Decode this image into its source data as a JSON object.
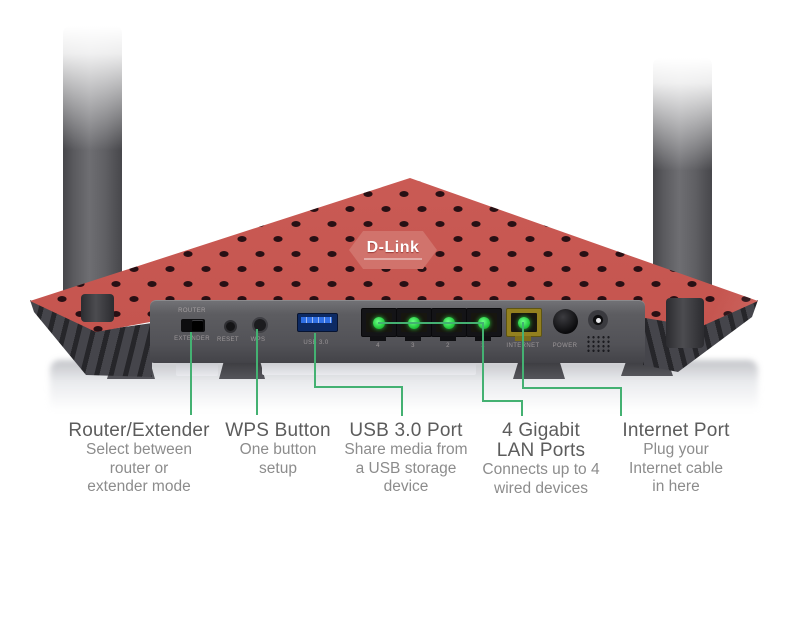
{
  "brand": {
    "logo": "D-Link"
  },
  "rear_panel": {
    "mode_switch": {
      "label_top": "ROUTER",
      "label_bottom": "EXTENDER"
    },
    "reset_label": "RESET",
    "wps_label": "WPS",
    "usb_label": "USB 3.0",
    "lan_port_numbers": [
      "4",
      "3",
      "2",
      "1"
    ],
    "internet_label": "INTERNET",
    "power_label": "POWER"
  },
  "callouts": [
    {
      "title": "Router/Extender",
      "line1": "Select between",
      "line2": "router or",
      "line3": "extender mode"
    },
    {
      "title": "WPS Button",
      "line1": "One button",
      "line2": "setup"
    },
    {
      "title": "USB 3.0 Port",
      "line1": "Share media from",
      "line2": "a USB storage",
      "line3": "device"
    },
    {
      "title": "4 Gigabit",
      "title2": "LAN Ports",
      "line1": "Connects up to 4",
      "line2": "wired devices"
    },
    {
      "title": "Internet Port",
      "line1": "Plug your",
      "line2": "Internet cable",
      "line3": "in here"
    }
  ],
  "colors": {
    "body_red": "#c4544e",
    "accent_green": "#44b172",
    "led_green": "#2fd24c",
    "internet_port_gold": "#93801f",
    "usb_blue": "#2f6fe4"
  }
}
